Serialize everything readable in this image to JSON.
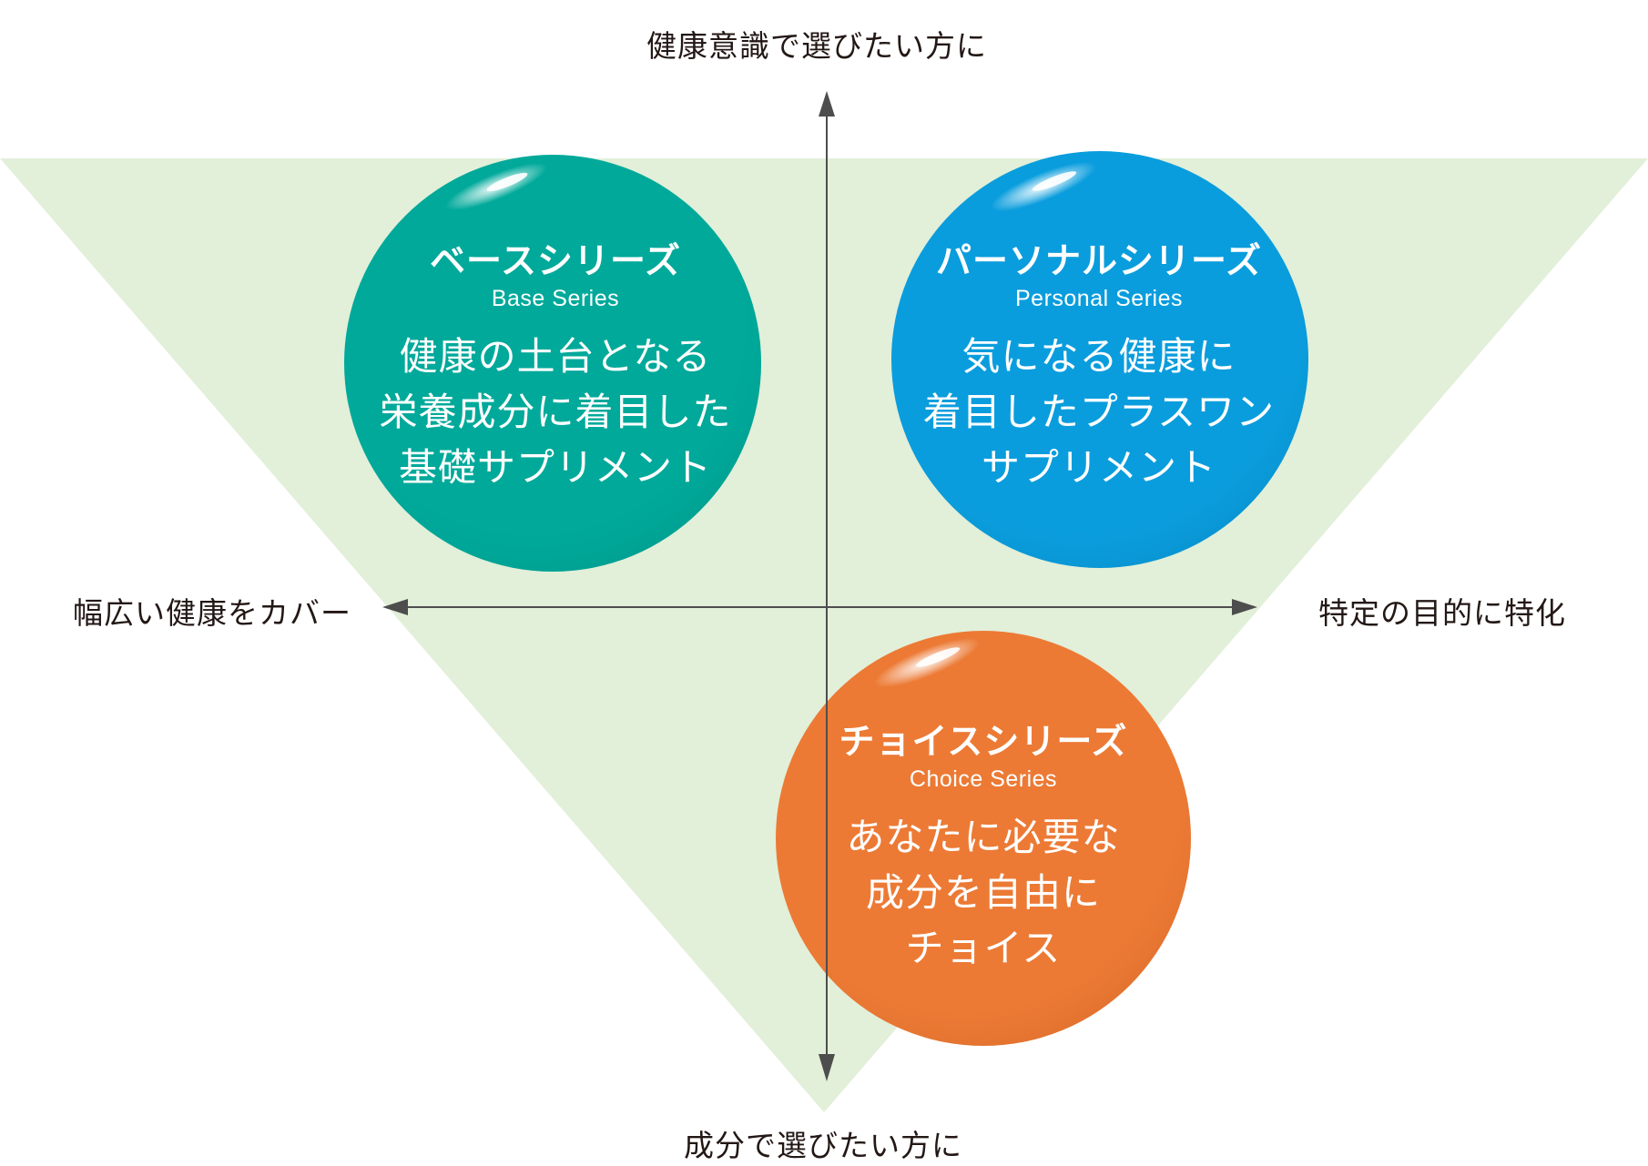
{
  "axes": {
    "top": "健康意識で選びたい方に",
    "bottom": "成分で選びたい方に",
    "left": "幅広い健康をカバー",
    "right": "特定の目的に特化"
  },
  "series": [
    {
      "title": "ベースシリーズ",
      "subtitle": "Base Series",
      "description": [
        "健康の土台となる",
        "栄養成分に着目した",
        "基礎サプリメント"
      ],
      "color": "#00a99a"
    },
    {
      "title": "パーソナルシリーズ",
      "subtitle": "Personal Series",
      "description": [
        "気になる健康に",
        "着目したプラスワン",
        "サプリメント"
      ],
      "color": "#0a9ddd"
    },
    {
      "title": "チョイスシリーズ",
      "subtitle": "Choice Series",
      "description": [
        "あなたに必要な",
        "成分を自由に",
        "チョイス"
      ],
      "color": "#ec7a35"
    }
  ],
  "colors": {
    "background_triangle": "#e2efd9",
    "axis": "#4d4d4d",
    "text": "#231815"
  }
}
